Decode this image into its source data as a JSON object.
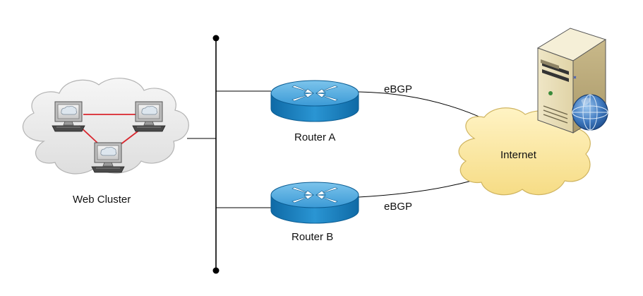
{
  "labels": {
    "web_cluster": "Web Cluster",
    "router_a": "Router A",
    "router_b": "Router B",
    "internet": "Internet",
    "link_a": "eBGP",
    "link_b": "eBGP"
  },
  "colors": {
    "cloud_gray_fill": "#ebebeb",
    "cloud_yellow_fill": "#fbe9a8",
    "router_blue": "#1f86c6",
    "router_top": "#4aa6dc",
    "cluster_links": "#d9262e"
  },
  "icons": [
    "web-cluster-cloud",
    "workstation-icon",
    "router-icon",
    "internet-cloud",
    "server-icon",
    "globe-icon"
  ]
}
